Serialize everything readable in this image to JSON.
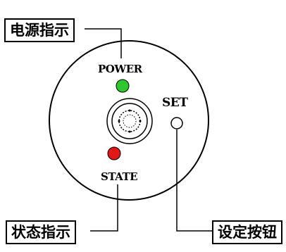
{
  "callouts": {
    "power_indicator": "电源指示",
    "status_indicator": "状态指示",
    "set_button": "设定按钮"
  },
  "device_labels": {
    "power": "POWER",
    "set": "SET",
    "state": "STATE"
  },
  "colors": {
    "power_led": "#2ec82e",
    "state_led": "#e01818",
    "line": "#000000"
  }
}
